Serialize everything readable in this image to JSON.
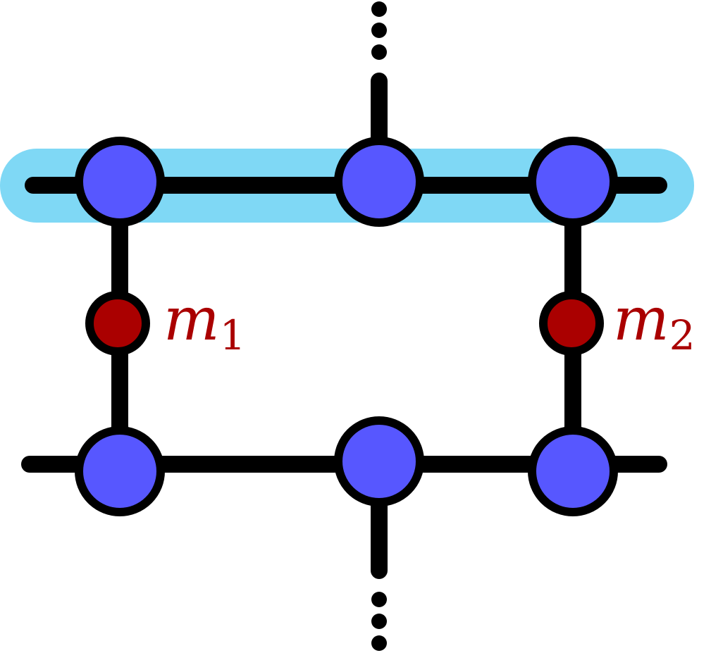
{
  "colors": {
    "background": "#ffffff",
    "edge": "#000000",
    "highlight": "#7fd8f5",
    "node_blue": "#5757ff",
    "node_red": "#aa0000",
    "label_red": "#aa0000"
  },
  "diagram": {
    "highlighted_row": "top",
    "labels": {
      "m1_base": "m",
      "m1_sub": "1",
      "m2_base": "m",
      "m2_sub": "2"
    }
  }
}
